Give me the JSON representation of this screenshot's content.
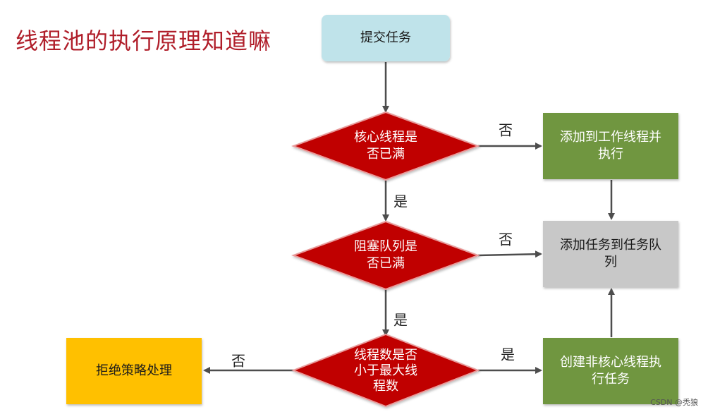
{
  "title": "线程池的执行原理知道嘛",
  "nodes": {
    "submit_task": "提交任务",
    "core_full_line1": "核心线程是",
    "core_full_line2": "否已满",
    "add_worker_line1": "添加到工作线程并",
    "add_worker_line2": "执行",
    "queue_full_line1": "阻塞队列是",
    "queue_full_line2": "否已满",
    "add_queue_line1": "添加任务到任务队",
    "add_queue_line2": "列",
    "max_threads_line1": "线程数是否",
    "max_threads_line2": "小于最大线",
    "max_threads_line3": "程数",
    "reject": "拒绝策略处理",
    "create_noncore_line1": "创建非核心线程执",
    "create_noncore_line2": "行任务"
  },
  "edges": {
    "core_no": "否",
    "core_yes": "是",
    "queue_no": "否",
    "queue_yes": "是",
    "max_yes": "是",
    "max_no": "否"
  },
  "colors": {
    "title": "#b01e2a",
    "submit_fill": "#bfe3ea",
    "decision_fill": "#c00000",
    "decision_stroke": "#e89a9a",
    "worker_fill": "#6f9640",
    "queue_fill": "#c8c8c8",
    "reject_fill": "#ffc000",
    "arrow": "#4d4d4d"
  },
  "watermark": "CSDN @秃狼"
}
